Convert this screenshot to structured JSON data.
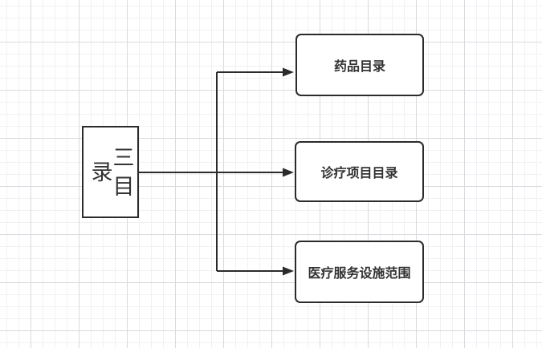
{
  "diagram": {
    "root": {
      "label": "三目录"
    },
    "children": [
      {
        "label": "药品目录"
      },
      {
        "label": "诊疗项目目录"
      },
      {
        "label": "医疗服务设施范围"
      }
    ]
  },
  "theme": {
    "canvas_bg": "#ffffff",
    "grid_minor_color": "#f1f1f4",
    "grid_major_color": "#dadade",
    "shape_fill": "#ffffff",
    "shape_stroke": "#2b2b2b",
    "connector_color": "#2b2b2b",
    "text_color": "#333333"
  }
}
